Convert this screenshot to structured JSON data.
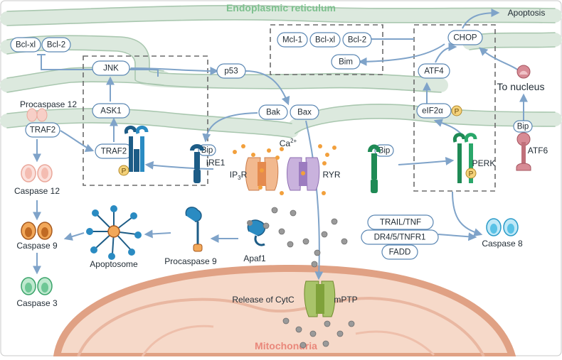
{
  "regions": {
    "er": "Endoplasmic reticulum",
    "mito": "Mitochondria"
  },
  "labels": {
    "apoptosis": "Apoptosis",
    "to_nucleus": "To nucleus",
    "procaspase12": "Procaspase 12",
    "caspase12": "Caspase 12",
    "caspase9": "Caspase 9",
    "caspase3": "Caspase 3",
    "caspase8": "Caspase 8",
    "apoptosome": "Apoptosome",
    "procaspase9": "Procaspase 9",
    "apaf1": "Apaf1",
    "release_cytc": "Release of CytC",
    "mptp": "mPTP",
    "ire1": "IRE1",
    "ip3r": "IP",
    "ip3r_sub": "3",
    "ip3r_r": "R",
    "ryr": "RYR",
    "ca": "Ca",
    "ca_sup": "2+",
    "perk": "PERK",
    "atf6": "ATF6",
    "p": "P"
  },
  "pills": {
    "bclxl_left": "Bcl-xl",
    "bcl2_left": "Bcl-2",
    "jnk": "JNK",
    "ask1": "ASK1",
    "traf2_left": "TRAF2",
    "traf2_box": "TRAF2",
    "p53": "p53",
    "bak": "Bak",
    "bax": "Bax",
    "mcl1": "Mcl-1",
    "bclxl_right": "Bcl-xl",
    "bcl2_right": "Bcl-2",
    "bim": "Bim",
    "chop": "CHOP",
    "atf4": "ATF4",
    "eif2a": "eIF2α",
    "bip_ire1": "Bip",
    "bip_perk": "Bip",
    "bip_atf6": "Bip",
    "trail": "TRAIL/TNF",
    "dr45": "DR4/5/TNFR1",
    "fadd": "FADD"
  },
  "colors": {
    "er": "#dde9df",
    "er_text": "#7dc08e",
    "mito_fill": "#f6d9c9",
    "mito_border": "#e0a184",
    "mito_text": "#e9877a",
    "arrow": "#7fa3c9",
    "perk": "#1f8a55",
    "ire1": "#1d5c86",
    "caspase9": "#e08a37",
    "caspase12": "#f2b8ae",
    "caspase3": "#6fc796",
    "caspase8": "#5ac2e6"
  }
}
